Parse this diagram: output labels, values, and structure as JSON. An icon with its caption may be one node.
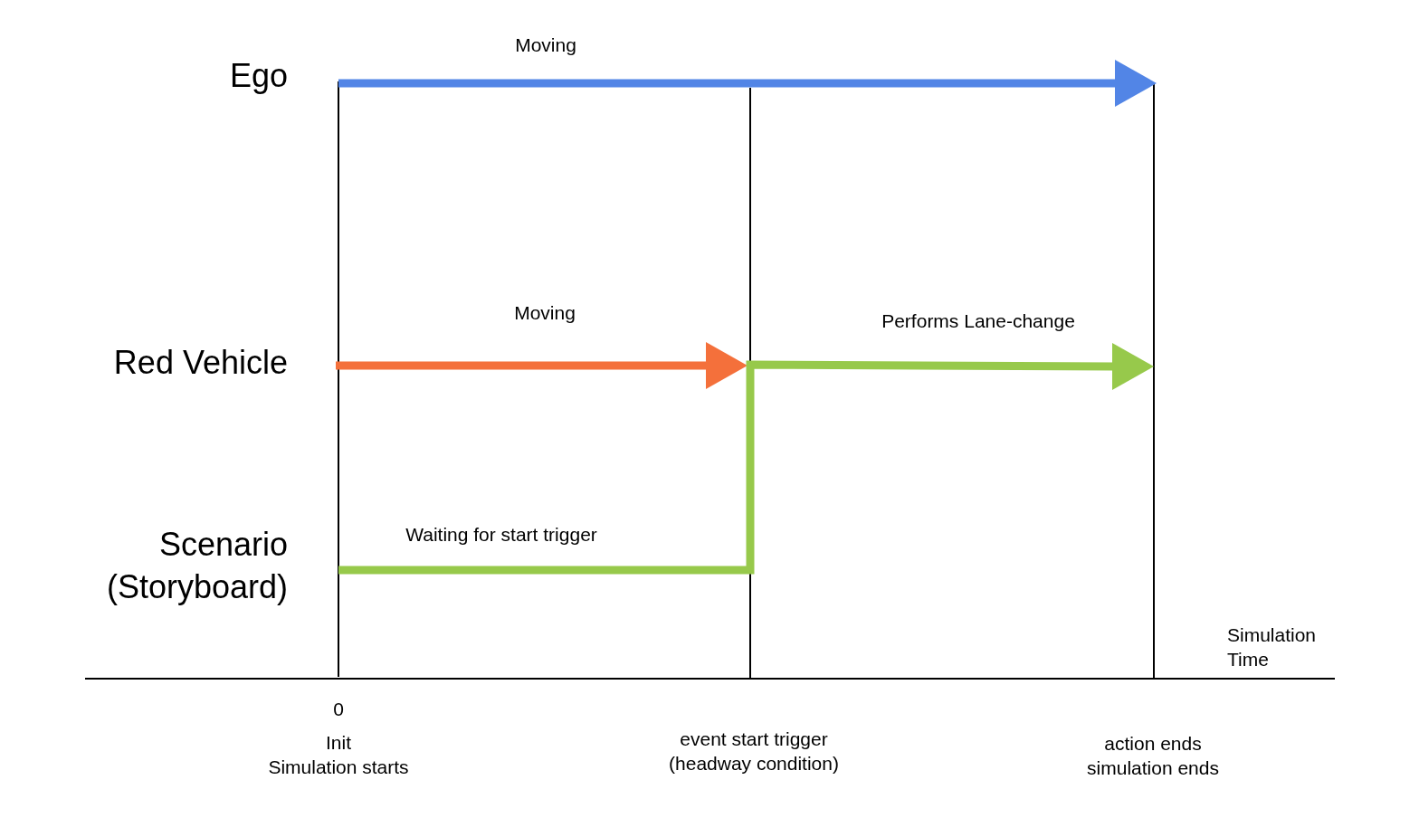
{
  "diagram": {
    "labels": [
      "Moving",
      "Ego",
      "Moving",
      "Performs Lane-change",
      "Red Vehicle",
      "Waiting for start trigger",
      "Scenario (Storyboard)",
      "Simulation Time",
      "0",
      "Init Simulation starts",
      "event start trigger (headway condition)",
      "action ends simulation ends"
    ]
  }
}
